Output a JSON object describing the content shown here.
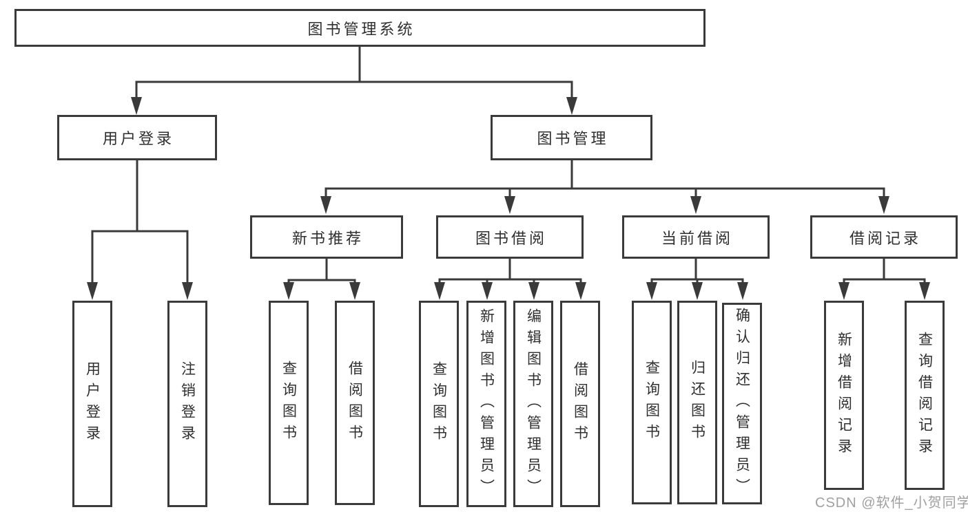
{
  "diagram": {
    "root": "图书管理系统",
    "level2": {
      "user_login": "用户登录",
      "book_mgmt": "图书管理"
    },
    "level3": {
      "new_book": "新书推荐",
      "book_borrow": "图书借阅",
      "current_borrow": "当前借阅",
      "borrow_record": "借阅记录"
    },
    "leaves": {
      "user_login": [
        "用户登录",
        "注销登录"
      ],
      "new_book": [
        "查询图书",
        "借阅图书"
      ],
      "book_borrow": [
        "查询图书",
        "新增图书（管理员）",
        "编辑图书（管理员）",
        "借阅图书"
      ],
      "current_borrow": [
        "查询图书",
        "归还图书",
        "确认归还（管理员）"
      ],
      "borrow_record": [
        "新增借阅记录",
        "查询借阅记录"
      ]
    }
  },
  "watermark": "CSDN @软件_小贺同学",
  "colors": {
    "line": "#3a3a3a",
    "text": "#2f2f2f",
    "watermark": "#a0a0a2",
    "background": "#ffffff"
  }
}
